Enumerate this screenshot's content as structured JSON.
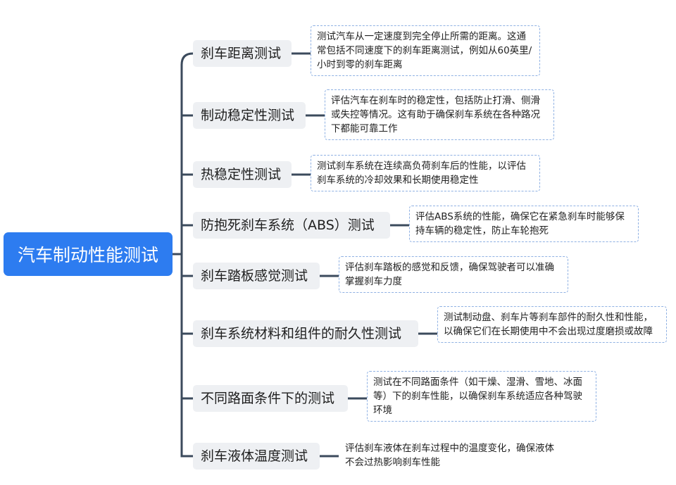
{
  "root": {
    "label": "汽车制动性能测试"
  },
  "branches": [
    {
      "label": "刹车距离测试",
      "note": "测试汽车从一定速度到完全停止所需的距离。这通常包括不同速度下的刹车距离测试，例如从60英里/小时到零的刹车距离"
    },
    {
      "label": "制动稳定性测试",
      "note": "评估汽车在刹车时的稳定性，包括防止打滑、侧滑或失控等情况。这有助于确保刹车系统在各种路况下都能可靠工作"
    },
    {
      "label": "热稳定性测试",
      "note": "测试刹车系统在连续高负荷刹车后的性能，以评估刹车系统的冷却效果和长期使用稳定性"
    },
    {
      "label": "防抱死刹车系统（ABS）测试",
      "note": "评估ABS系统的性能，确保它在紧急刹车时能够保持车辆的稳定性，防止车轮抱死"
    },
    {
      "label": "刹车踏板感觉测试",
      "note": "评估刹车踏板的感觉和反馈，确保驾驶者可以准确掌握刹车力度"
    },
    {
      "label": "刹车系统材料和组件的耐久性测试",
      "note": "测试制动盘、刹车片等刹车部件的耐久性和性能，以确保它们在长期使用中不会出现过度磨损或故障"
    },
    {
      "label": "不同路面条件下的测试",
      "note": "测试在不同路面条件（如干燥、湿滑、雪地、冰面等）下的刹车性能，以确保刹车系统适应各种驾驶环境"
    },
    {
      "label": "刹车液体温度测试",
      "note": "评估刹车液体在刹车过程中的温度变化，确保液体不会过热影响刹车性能"
    }
  ],
  "colors": {
    "root": "#2d7cf0",
    "branch_bg": "#eef0f3",
    "connector": "#3b4a5c",
    "note_border": "#8fb1e3"
  }
}
